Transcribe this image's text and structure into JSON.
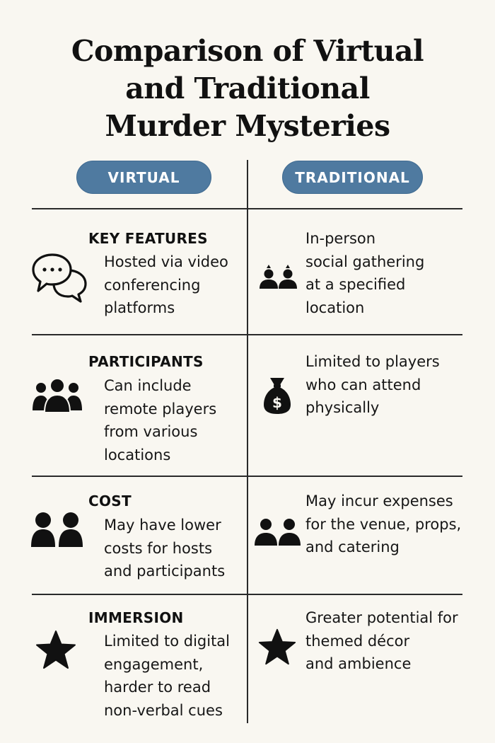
{
  "title_lines": [
    "Comparison of Virtual",
    "and Traditional",
    "Murder Mysteries"
  ],
  "headers": {
    "virtual": "VIRTUAL",
    "traditional": "TRADITIONAL"
  },
  "rows": [
    {
      "label": "KEY FEATURES",
      "virtual_lines": [
        "Hosted via video",
        "conferencing",
        "platforms"
      ],
      "traditional_lines": [
        "In-person",
        "social gathering",
        "at a specified",
        "location"
      ],
      "virtual_icon": "chat-bubbles-icon",
      "traditional_icon": "gathering-people-icon"
    },
    {
      "label": "PARTICIPANTS",
      "virtual_lines": [
        "Can include",
        "remote players",
        "from various",
        "locations"
      ],
      "traditional_lines": [
        "Limited to players",
        "who can attend",
        "physically"
      ],
      "virtual_icon": "group-people-icon",
      "traditional_icon": "money-bag-icon"
    },
    {
      "label": "COST",
      "virtual_lines": [
        "May have lower",
        "costs for hosts",
        "and participants"
      ],
      "traditional_lines": [
        "May incur expenses",
        "for the venue, props,",
        "and catering"
      ],
      "virtual_icon": "two-people-icon",
      "traditional_icon": "two-people-icon"
    },
    {
      "label": "IMMERSION",
      "virtual_lines": [
        "Limited to digital",
        "engagement,",
        "harder to read",
        "non-verbal cues"
      ],
      "traditional_lines": [
        "Greater potential for",
        "themed décor",
        "and ambience"
      ],
      "virtual_icon": "star-icon",
      "traditional_icon": "star-icon"
    }
  ],
  "dollar_sign": "$"
}
